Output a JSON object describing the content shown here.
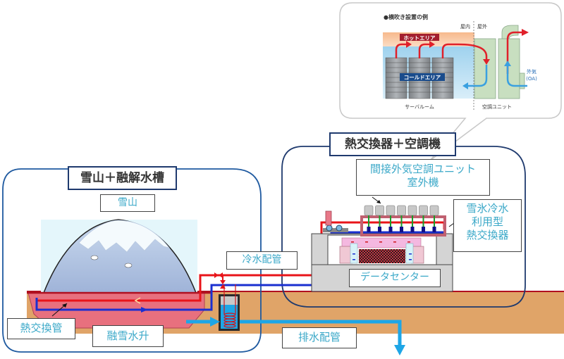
{
  "diagram": {
    "sections": {
      "snow": {
        "title": "雪山＋融解水槽"
      },
      "hx": {
        "title": "熱交換器＋空調機"
      }
    },
    "labels": {
      "snow_mountain": "雪山",
      "heat_exchange_pipe": "熱交換管",
      "melt_water_tank": "融雪水升",
      "chilled_water_piping": "冷水配管",
      "drain_piping": "排水配管",
      "data_center": "データセンター",
      "outdoor_unit_line1": "間接外気空調ユニット",
      "outdoor_unit_line2": "室外機",
      "heat_exchanger_line1": "雪氷冷水",
      "heat_exchanger_line2": "利用型",
      "heat_exchanger_line3": "熱交換器"
    },
    "inset": {
      "heading": "●横吹き設置の例",
      "indoor": "屋内",
      "outdoor": "屋外",
      "hot_area": "ホットエリア",
      "cold_area": "コールドエリア",
      "server_room": "サーバルーム",
      "ac_unit": "空調ユニット",
      "outside_air_line1": "外気",
      "outside_air_line2": "(OA)"
    },
    "colors": {
      "hot_pipe": "#e8141a",
      "cold_pipe": "#1a2fd0",
      "drain_water": "#1ea6e6",
      "ground": "#e0a468",
      "melt_pool": "#e8707e",
      "section_border": "#1f3a6e",
      "label_text": "#3aa8c8",
      "hot_area_badge": "#a31e2e",
      "cold_area_badge": "#1a4c8c"
    }
  }
}
